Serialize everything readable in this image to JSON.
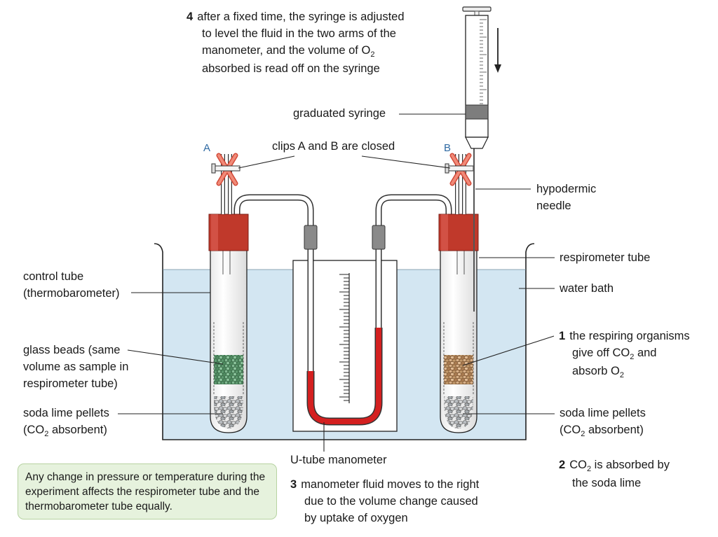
{
  "step4": {
    "number": "4",
    "lines": [
      "after a fixed time, the syringe is adjusted",
      "to level the fluid in the two arms of the",
      "manometer, and the volume of O",
      "absorbed is read off on the syringe"
    ],
    "o2_sub": "2"
  },
  "labels": {
    "graduated_syringe": "graduated syringe",
    "clips": "clips A and B are closed",
    "clip_a": "A",
    "clip_b": "B",
    "needle_line1": "hypodermic",
    "needle_line2": "needle",
    "respirometer_tube": "respirometer tube",
    "water_bath": "water bath",
    "control_line1": "control tube",
    "control_line2": "(thermobarometer)",
    "beads_line1": "glass beads (same",
    "beads_line2": "volume as sample in",
    "beads_line3": "respirometer tube)",
    "soda_left_line1": "soda lime pellets",
    "soda_left_line2_a": "(CO",
    "soda_left_line2_sub": "2",
    "soda_left_line2_b": " absorbent)",
    "soda_right_line1": "soda lime pellets",
    "soda_right_line2_a": "(CO",
    "soda_right_line2_sub": "2",
    "soda_right_line2_b": " absorbent)",
    "manometer": "U-tube manometer"
  },
  "step1": {
    "number": "1",
    "line1": "the respiring organisms",
    "line2_a": "give off CO",
    "line2_sub": "2",
    "line2_b": " and",
    "line3_a": "absorb O",
    "line3_sub": "2"
  },
  "step2": {
    "number": "2",
    "line1_a": "CO",
    "line1_sub": "2",
    "line1_b": " is absorbed by",
    "line2": "the soda lime"
  },
  "step3": {
    "number": "3",
    "line1": "manometer fluid moves to the right",
    "line2": "due to the volume change caused",
    "line3": "by uptake of oxygen"
  },
  "note": {
    "text": "Any change in pressure or temperature during the experiment affects the respirometer tube and the thermobarometer tube equally."
  },
  "colors": {
    "water": "#d3e6f2",
    "stopper": "#c0392b",
    "clip": "#f08a78",
    "manometer_fluid": "#d42020",
    "glass_beads": "#6aa37c",
    "organisms": "#c99a6e",
    "soda_lime": "#bfc3c7",
    "note_bg": "#e6f2dd"
  }
}
